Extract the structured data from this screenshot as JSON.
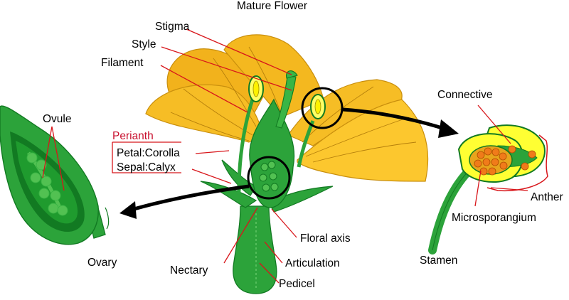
{
  "diagram": {
    "title": "Mature Flower",
    "labels": {
      "stigma": "Stigma",
      "style": "Style",
      "filament": "Filament",
      "perianth": "Perianth",
      "petal_corolla": "Petal:Corolla",
      "sepal_calyx": "Sepal:Calyx",
      "ovule": "Ovule",
      "ovary": "Ovary",
      "nectary": "Nectary",
      "floral_axis": "Floral axis",
      "articulation": "Articulation",
      "pedicel": "Pedicel",
      "connective": "Connective",
      "anther": "Anther",
      "microsporangium": "Microsporangium",
      "stamen": "Stamen"
    },
    "colors": {
      "petal": "#f6bd25",
      "petal_light": "#fdd24e",
      "petal_edge": "#c98f0d",
      "green": "#2ca33a",
      "green_dark": "#127a22",
      "green_light": "#52c152",
      "anther_yellow": "#ffff33",
      "pollen": "#f07b1a",
      "leader": "#d8161b",
      "perianth_text": "#c8102e"
    }
  }
}
